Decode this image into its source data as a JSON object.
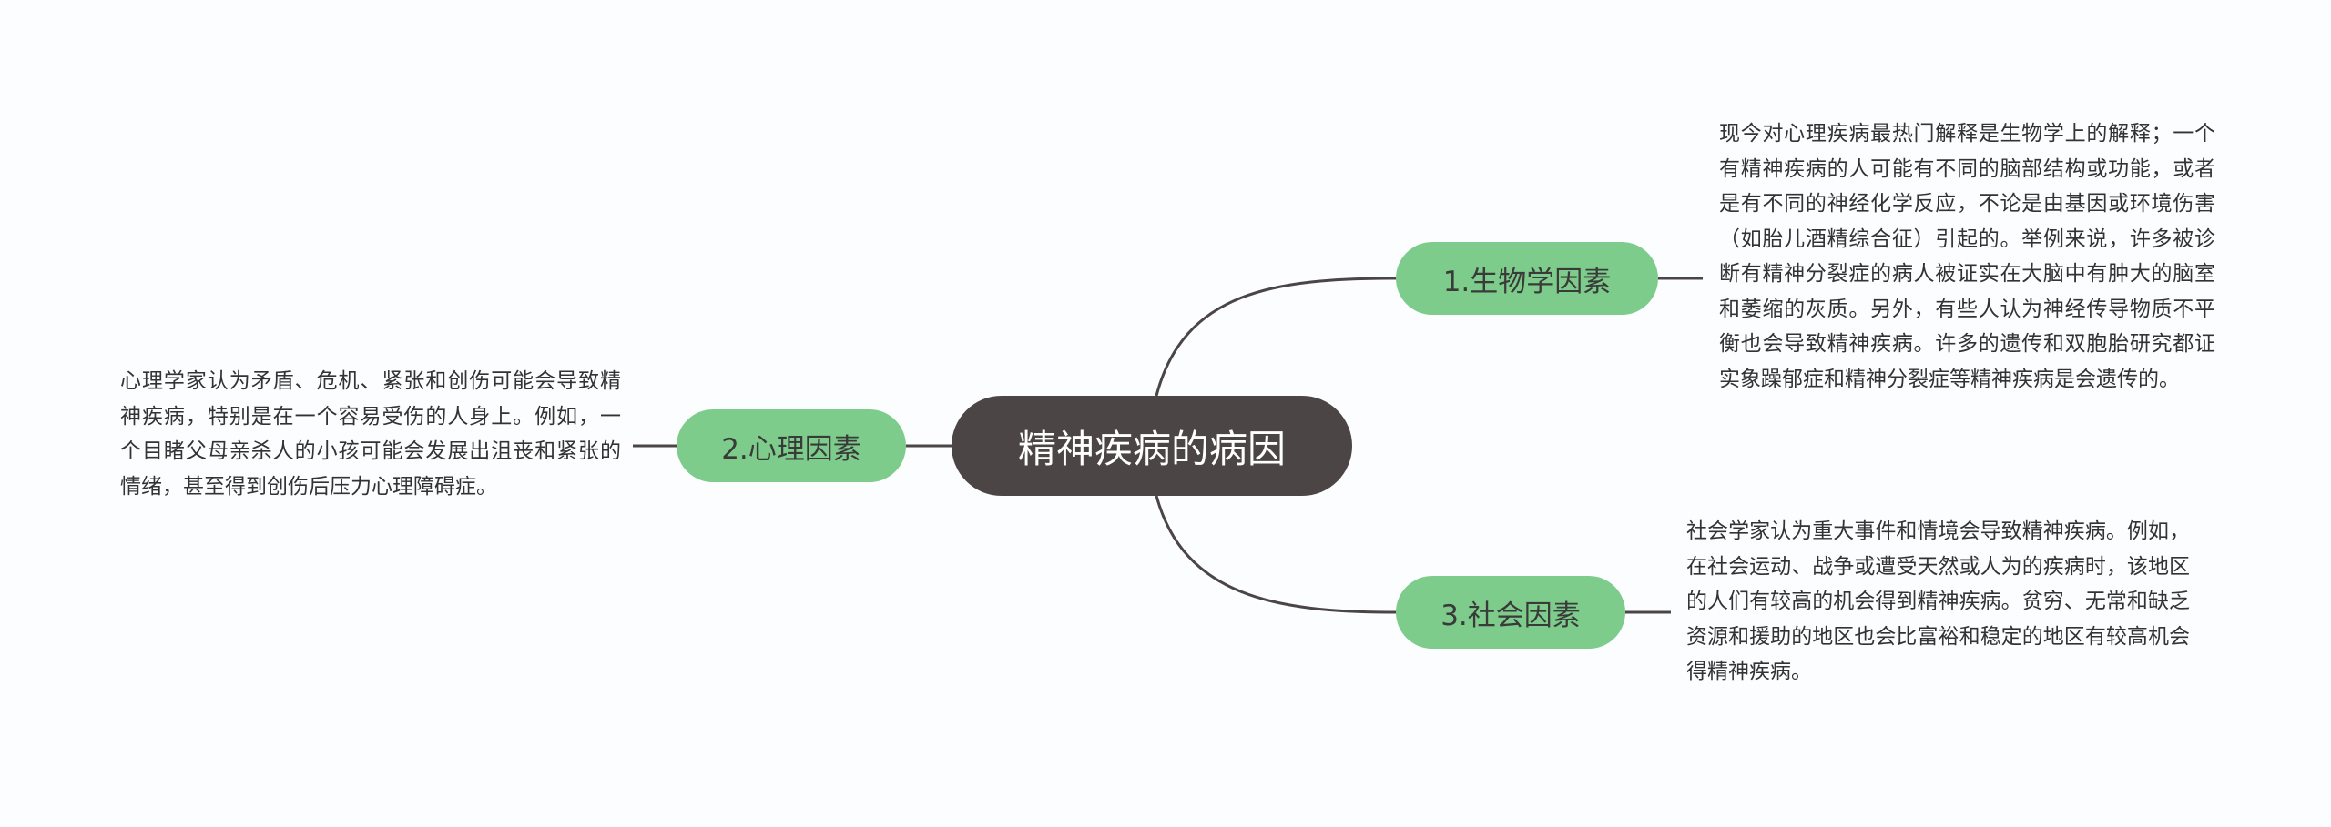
{
  "root": {
    "label": "精神疾病的病因"
  },
  "branches": [
    {
      "label": "1.生物学因素",
      "text": "现今对心理疾病最热门解释是生物学上的解释；一个有精神疾病的人可能有不同的脑部结构或功能，或者是有不同的神经化学反应，不论是由基因或环境伤害（如胎儿酒精综合征）引起的。举例来说，许多被诊断有精神分裂症的病人被证实在大脑中有肿大的脑室和萎缩的灰质。另外，有些人认为神经传导物质不平衡也会导致精神疾病。许多的遗传和双胞胎研究都证实象躁郁症和精神分裂症等精神疾病是会遗传的。"
    },
    {
      "label": "2.心理因素",
      "text": "心理学家认为矛盾、危机、紧张和创伤可能会导致精神疾病，特别是在一个容易受伤的人身上。例如，一个目睹父母亲杀人的小孩可能会发展出沮丧和紧张的情绪，甚至得到创伤后压力心理障碍症。"
    },
    {
      "label": "3.社会因素",
      "text": "社会学家认为重大事件和情境会导致精神疾病。例如，在社会运动、战争或遭受天然或人为的疾病时，该地区的人们有较高的机会得到精神疾病。贫穷、无常和缺乏资源和援助的地区也会比富裕和稳定的地区有较高机会得精神疾病。"
    }
  ],
  "colors": {
    "background": "#fbfdff",
    "root_fill": "#4b4545",
    "root_text": "#ffffff",
    "branch_fill": "#7dcc8b",
    "branch_text": "#3a3a3a",
    "connector": "#4b4545",
    "description_text": "#333333"
  }
}
